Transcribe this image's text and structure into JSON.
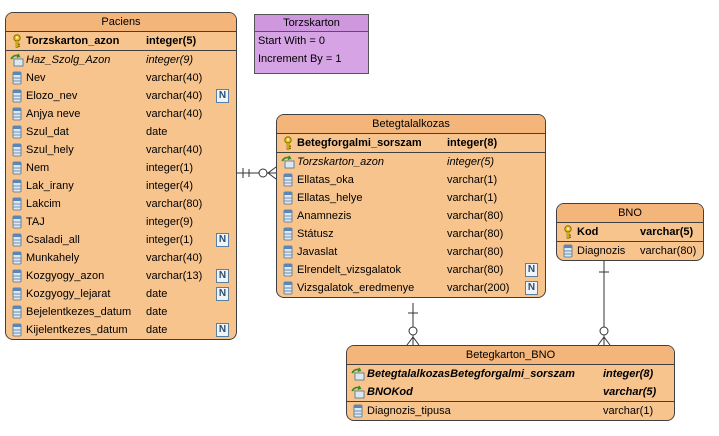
{
  "sequence": {
    "title": "Torzskarton",
    "start_with": "Start With = 0",
    "increment_by": "Increment By = 1"
  },
  "entities": {
    "paciens": {
      "title": "Paciens",
      "pk": [
        {
          "name": "Torzskarton_azon",
          "type": "integer(5)",
          "kind": "pk",
          "icon": "key-icon"
        }
      ],
      "columns": [
        {
          "name": "Haz_Szolg_Azon",
          "type": "integer(9)",
          "kind": "fk",
          "icon": "foreign-key-icon"
        },
        {
          "name": "Nev",
          "type": "varchar(40)",
          "kind": "col",
          "icon": "column-icon"
        },
        {
          "name": "Elozo_nev",
          "type": "varchar(40)",
          "kind": "col",
          "icon": "column-icon",
          "nullable": "N"
        },
        {
          "name": "Anjya neve",
          "type": "varchar(40)",
          "kind": "col",
          "icon": "column-icon"
        },
        {
          "name": "Szul_dat",
          "type": "date",
          "kind": "col",
          "icon": "column-icon"
        },
        {
          "name": "Szul_hely",
          "type": "varchar(40)",
          "kind": "col",
          "icon": "column-icon"
        },
        {
          "name": "Nem",
          "type": "integer(1)",
          "kind": "col",
          "icon": "column-icon"
        },
        {
          "name": "Lak_irany",
          "type": "integer(4)",
          "kind": "col",
          "icon": "column-icon"
        },
        {
          "name": "Lakcim",
          "type": "varchar(80)",
          "kind": "col",
          "icon": "column-icon"
        },
        {
          "name": "TAJ",
          "type": "integer(9)",
          "kind": "col",
          "icon": "column-icon"
        },
        {
          "name": "Csaladi_all",
          "type": "integer(1)",
          "kind": "col",
          "icon": "column-icon",
          "nullable": "N"
        },
        {
          "name": "Munkahely",
          "type": "varchar(40)",
          "kind": "col",
          "icon": "column-icon"
        },
        {
          "name": "Kozgyogy_azon",
          "type": "varchar(13)",
          "kind": "col",
          "icon": "column-icon",
          "nullable": "N"
        },
        {
          "name": "Kozgyogy_lejarat",
          "type": "date",
          "kind": "col",
          "icon": "column-icon",
          "nullable": "N"
        },
        {
          "name": "Bejelentkezes_datum",
          "type": "date",
          "kind": "col",
          "icon": "column-icon"
        },
        {
          "name": "Kijelentkezes_datum",
          "type": "date",
          "kind": "col",
          "icon": "column-icon",
          "nullable": "N"
        }
      ]
    },
    "betegtalalkozas": {
      "title": "Betegtalalkozas",
      "pk": [
        {
          "name": "Betegforgalmi_sorszam",
          "type": "integer(8)",
          "kind": "pk",
          "icon": "key-icon"
        }
      ],
      "columns": [
        {
          "name": "Torzskarton_azon",
          "type": "integer(5)",
          "kind": "fk",
          "icon": "foreign-key-icon"
        },
        {
          "name": "Ellatas_oka",
          "type": "varchar(1)",
          "kind": "col",
          "icon": "column-icon"
        },
        {
          "name": "Ellatas_helye",
          "type": "varchar(1)",
          "kind": "col",
          "icon": "column-icon"
        },
        {
          "name": "Anamnezis",
          "type": "varchar(80)",
          "kind": "col",
          "icon": "column-icon"
        },
        {
          "name": "Státusz",
          "type": "varchar(80)",
          "kind": "col",
          "icon": "column-icon"
        },
        {
          "name": "Javaslat",
          "type": "varchar(80)",
          "kind": "col",
          "icon": "column-icon"
        },
        {
          "name": "Elrendelt_vizsgalatok",
          "type": "varchar(80)",
          "kind": "col",
          "icon": "column-icon",
          "nullable": "N"
        },
        {
          "name": "Vizsgalatok_eredmenye",
          "type": "varchar(200)",
          "kind": "col",
          "icon": "column-icon",
          "nullable": "N"
        }
      ]
    },
    "bno": {
      "title": "BNO",
      "pk": [
        {
          "name": "Kod",
          "type": "varchar(5)",
          "kind": "pk",
          "icon": "key-icon"
        }
      ],
      "columns": [
        {
          "name": "Diagnozis",
          "type": "varchar(80)",
          "kind": "col",
          "icon": "column-icon"
        }
      ]
    },
    "betegkarton_bno": {
      "title": "Betegkarton_BNO",
      "pk": [
        {
          "name": "BetegtalalkozasBetegforgalmi_sorszam",
          "type": "integer(8)",
          "kind": "pkfk",
          "icon": "foreign-key-icon"
        },
        {
          "name": "BNOKod",
          "type": "varchar(5)",
          "kind": "pkfk",
          "icon": "foreign-key-icon"
        }
      ],
      "columns": [
        {
          "name": "Diagnozis_tipusa",
          "type": "varchar(1)",
          "kind": "col",
          "icon": "column-icon"
        }
      ]
    }
  },
  "colors": {
    "entity_fill": "#f7c48e",
    "sequence_fill": "#d6a3e4",
    "connector": "#333333"
  }
}
